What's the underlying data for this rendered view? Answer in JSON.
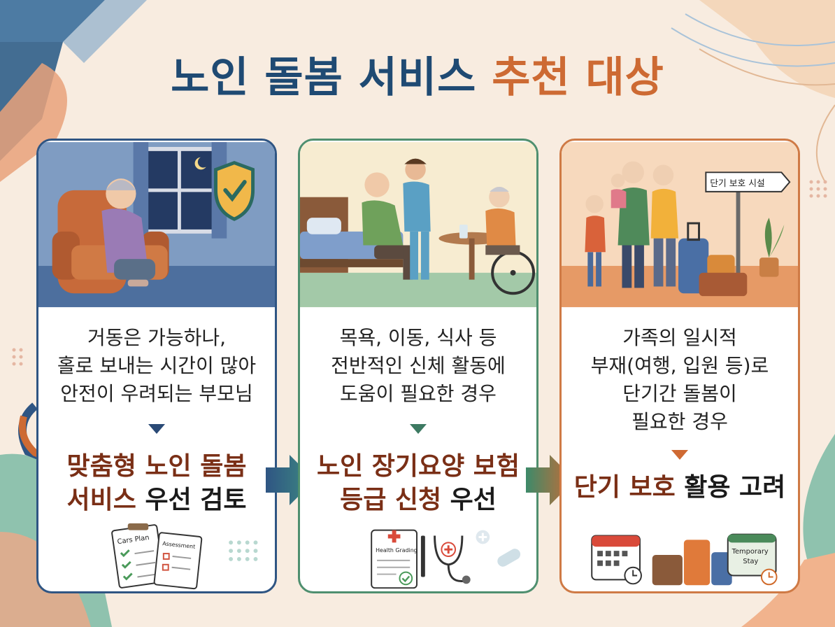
{
  "title": {
    "main": "노인 돌봄 서비스",
    "accent": "추천 대상"
  },
  "cards": [
    {
      "desc": [
        "거동은 가능하나,",
        "홀로 보내는 시간이 많아",
        "안전이 우려되는 부모님"
      ],
      "result_hl1": "맞춤형 노인 돌봄",
      "result_hl2": "서비스",
      "result_plain": "우선 검토",
      "doc1": "Cars Plan",
      "doc2": "Assessment"
    },
    {
      "desc": [
        "목욕, 이동, 식사 등",
        "전반적인 신체 활동에",
        "도움이 필요한 경우"
      ],
      "result_hl1": "노인 장기요양 보험",
      "result_hl2": "등급 신청",
      "result_plain": "우선",
      "doc1": "Health Grading"
    },
    {
      "desc": [
        "가족의 일시적",
        "부재(여행, 입원 등)로",
        "단기간 돌봄이",
        "필요한 경우"
      ],
      "result_hl1": "단기 보호",
      "result_plain": "활용 고려",
      "sign": "단기 보호 시설",
      "stay1": "Temporary",
      "stay2": "Stay"
    }
  ],
  "colors": {
    "navy": "#1f4a73",
    "orange": "#cd6a33",
    "green": "#4f8f6f",
    "highlight": "#7a2f16"
  }
}
